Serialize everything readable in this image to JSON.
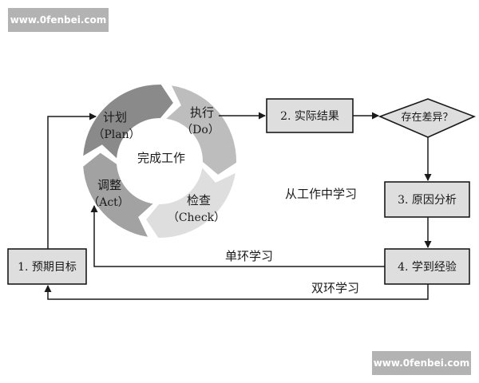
{
  "watermark_top": "www.0fenbei.com",
  "watermark_bottom": "www.0fenbei.com",
  "cycle": {
    "center": "完成工作",
    "plan": [
      "计划",
      "（Plan）"
    ],
    "do": [
      "执行",
      "（Do）"
    ],
    "check": [
      "检查",
      "（Check）"
    ],
    "act": [
      "调整",
      "（Act）"
    ]
  },
  "boxes": {
    "goal": "1. 预期目标",
    "result": "2. 实际结果",
    "diff": "存在差异？",
    "cause": "3. 原因分析",
    "lesson": "4. 学到经验"
  },
  "labels": {
    "learn_from_work": "从工作中学习",
    "single_loop": "单环学习",
    "double_loop": "双环学习"
  },
  "colors": {
    "plan": "#8a8a8a",
    "do": "#bdbdbd",
    "check": "#dedede",
    "act": "#a2a2a2",
    "box_fill": "#dedede",
    "stroke": "#1a1a1a"
  }
}
